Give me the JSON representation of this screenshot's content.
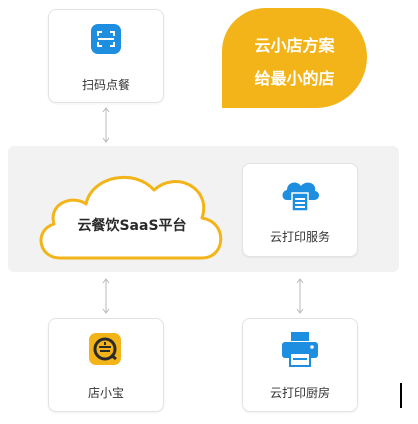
{
  "badge": {
    "line1": "云小店方案",
    "line2": "给最小的店"
  },
  "nodes": {
    "scan_order": {
      "label": "扫码点餐",
      "icon": "scan-icon"
    },
    "platform": {
      "label": "云餐饮SaaS平台",
      "icon": "cloud-icon"
    },
    "print_service": {
      "label": "云打印服务",
      "icon": "cloud-printer-icon"
    },
    "shop_treasure": {
      "label": "店小宝",
      "icon": "shop-treasure-logo"
    },
    "print_kitchen": {
      "label": "云打印厨房",
      "icon": "printer-icon"
    }
  },
  "colors": {
    "accent_yellow": "#f2b418",
    "icon_blue": "#1e8ee0",
    "band_gray": "#f2f2f2"
  }
}
